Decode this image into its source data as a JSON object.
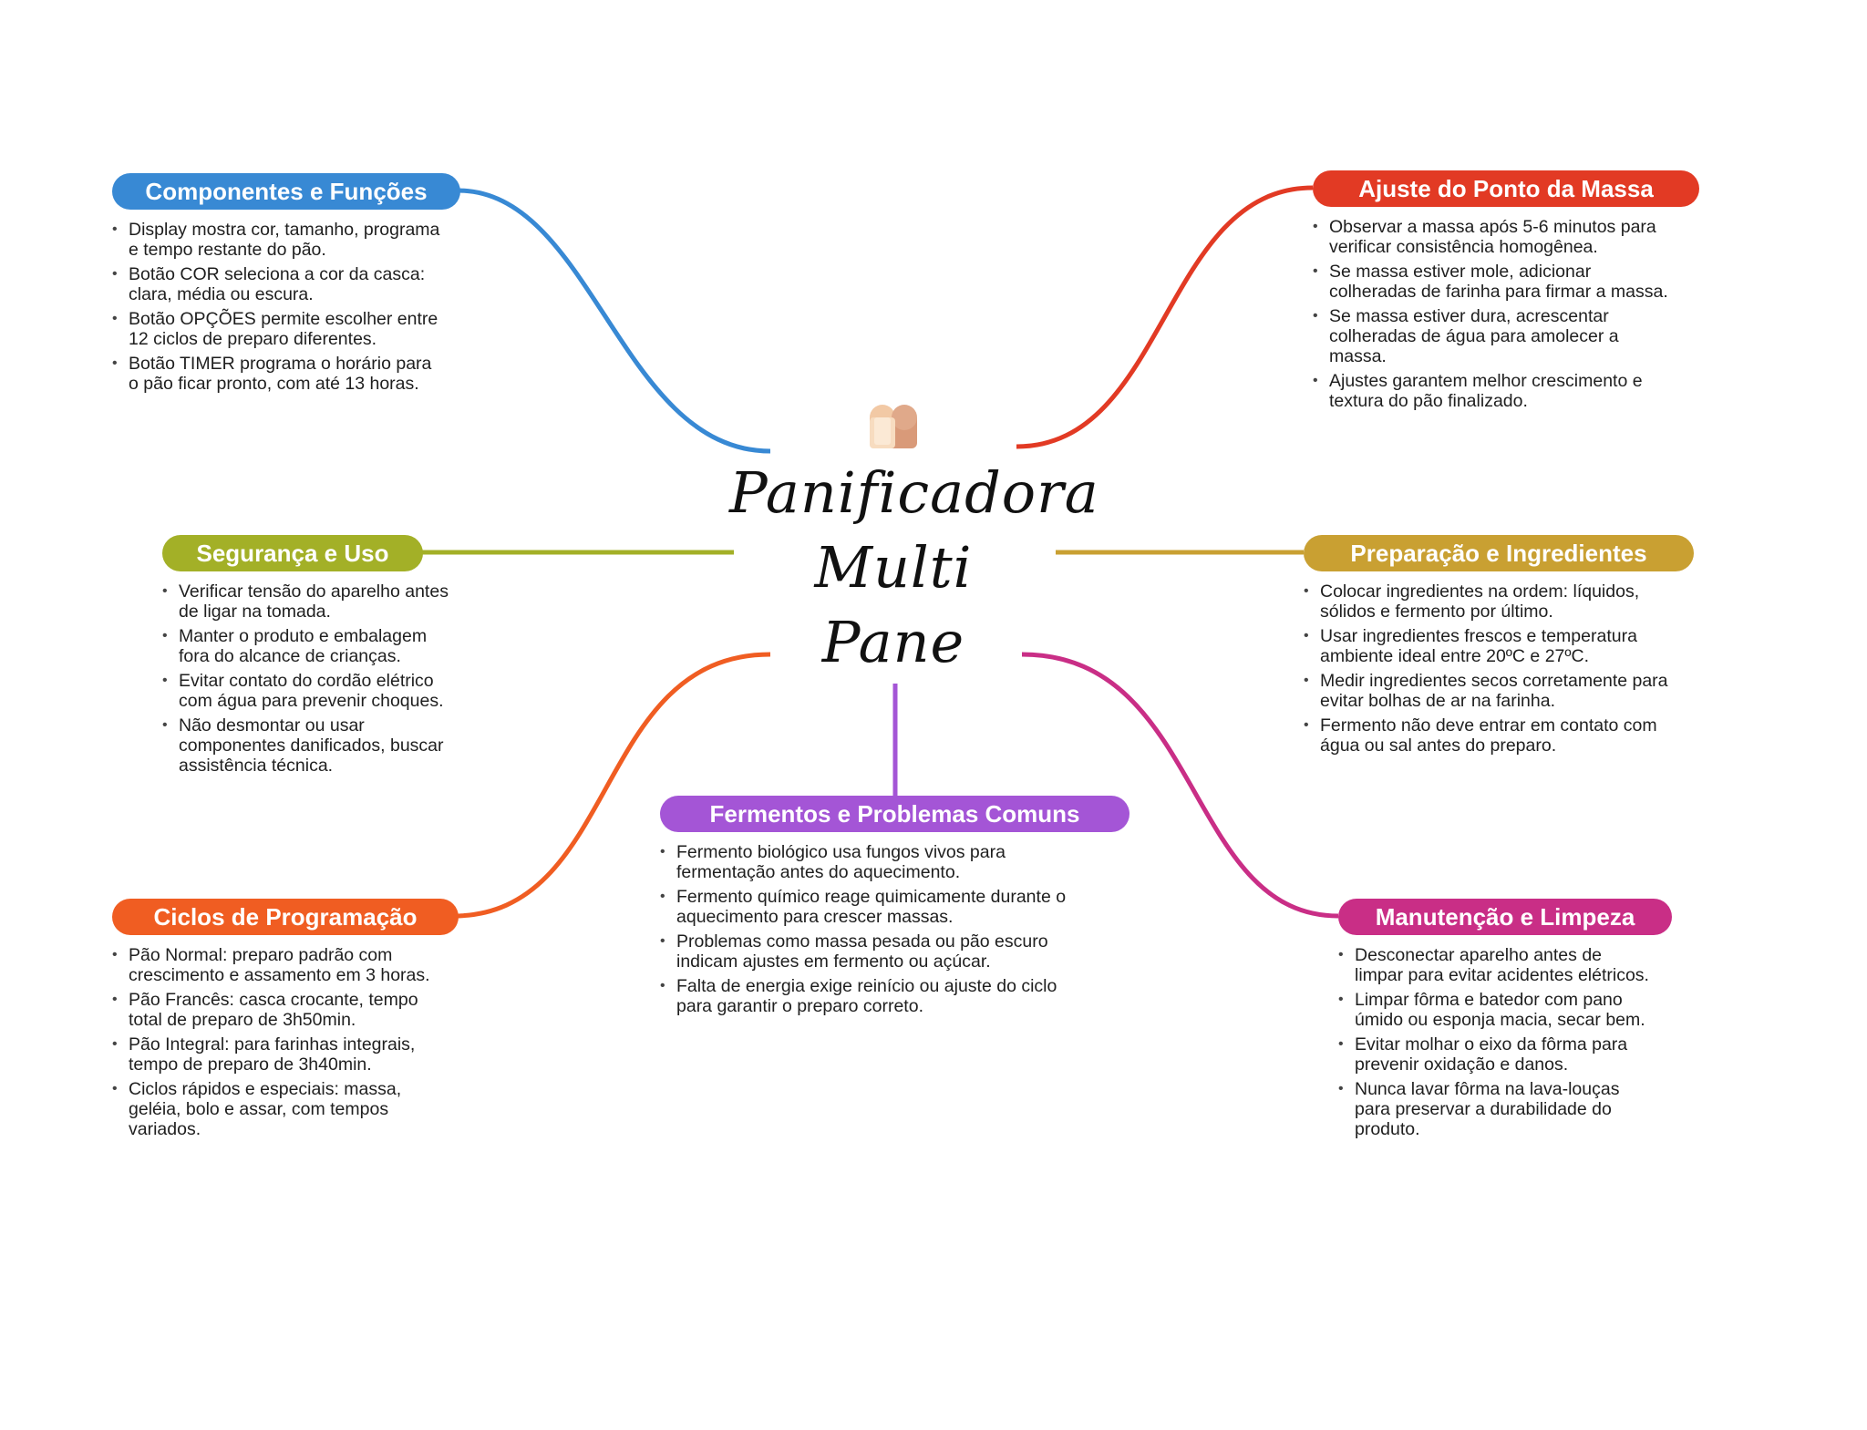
{
  "title": {
    "lines": [
      "Panificadora",
      "Multi",
      "Pane"
    ],
    "icon": "bread-icon"
  },
  "colors": {
    "componentes": "#3889d4",
    "ajuste": "#e23a24",
    "seguranca": "#a3b027",
    "preparacao": "#c9a032",
    "ciclos": "#f05d22",
    "fermentos": "#a455d6",
    "manutencao": "#c92e86"
  },
  "branches": {
    "componentes": {
      "label": "Componentes e Funções",
      "items": [
        "Display mostra cor, tamanho, programa e tempo restante do pão.",
        "Botão COR seleciona a cor da casca: clara, média ou escura.",
        "Botão OPÇÕES permite escolher entre 12 ciclos de preparo diferentes.",
        "Botão TIMER programa o horário para o pão ficar pronto, com até 13 horas."
      ]
    },
    "ajuste": {
      "label": "Ajuste do Ponto da Massa",
      "items": [
        "Observar a massa após 5-6 minutos para verificar consistência homogênea.",
        "Se massa estiver mole, adicionar colheradas de farinha para firmar a massa.",
        "Se massa estiver dura, acrescentar colheradas de água para amolecer a massa.",
        "Ajustes garantem melhor crescimento e textura do pão finalizado."
      ]
    },
    "seguranca": {
      "label": "Segurança e Uso",
      "items": [
        "Verificar tensão do aparelho antes de ligar na tomada.",
        "Manter o produto e embalagem fora do alcance de crianças.",
        "Evitar contato do cordão elétrico com água para prevenir choques.",
        "Não desmontar ou usar componentes danificados, buscar assistência técnica."
      ]
    },
    "preparacao": {
      "label": "Preparação e Ingredientes",
      "items": [
        "Colocar ingredientes na ordem: líquidos, sólidos e fermento por último.",
        "Usar ingredientes frescos e temperatura ambiente ideal entre 20ºC e 27ºC.",
        "Medir ingredientes secos corretamente para evitar bolhas de ar na farinha.",
        "Fermento não deve entrar em contato com água ou sal antes do preparo."
      ]
    },
    "ciclos": {
      "label": "Ciclos de Programação",
      "items": [
        "Pão Normal: preparo padrão com crescimento e assamento em 3 horas.",
        "Pão Francês: casca crocante, tempo total de preparo de 3h50min.",
        "Pão Integral: para farinhas integrais, tempo de preparo de 3h40min.",
        "Ciclos rápidos e especiais: massa, geléia, bolo e assar, com tempos variados."
      ]
    },
    "fermentos": {
      "label": "Fermentos e Problemas Comuns",
      "items": [
        "Fermento biológico usa fungos vivos para fermentação antes do aquecimento.",
        "Fermento químico reage quimicamente durante o aquecimento para crescer massas.",
        "Problemas como massa pesada ou pão escuro indicam ajustes em fermento ou açúcar.",
        "Falta de energia exige reinício ou ajuste do ciclo para garantir o preparo correto."
      ]
    },
    "manutencao": {
      "label": "Manutenção e Limpeza",
      "items": [
        "Desconectar aparelho antes de limpar para evitar acidentes elétricos.",
        "Limpar fôrma e batedor com pano úmido ou esponja macia, secar bem.",
        "Evitar molhar o eixo da fôrma para prevenir oxidação e danos.",
        "Nunca lavar fôrma na lava-louças para preservar a durabilidade do produto."
      ]
    }
  }
}
